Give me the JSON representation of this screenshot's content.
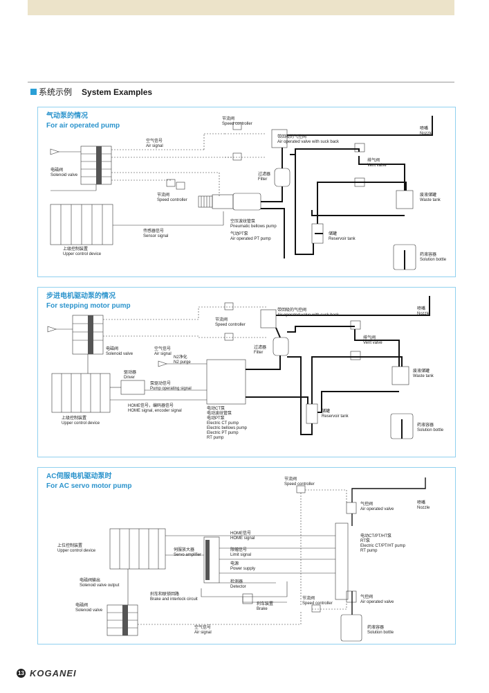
{
  "section": {
    "zh": "系统示例",
    "en": "System Examples"
  },
  "footer": {
    "page": "13",
    "logo": "KOGANEI"
  },
  "panel1": {
    "title_zh": "气动泵的情况",
    "title_en": "For air operated pump",
    "air_signal": [
      "空气信号",
      "Air signal"
    ],
    "speed_ctrl_top": [
      "节流阀",
      "Speed controller"
    ],
    "suckback": [
      "带回吸的气控阀",
      "Air operated valve with suck back"
    ],
    "nozzle": [
      "喷嘴",
      "Nozzle"
    ],
    "vent": [
      "排气阀",
      "Vent valve"
    ],
    "filter": [
      "过滤器",
      "Filter"
    ],
    "solenoid": [
      "电磁阀",
      "Solenoid valve"
    ],
    "speed_ctrl_mid": [
      "节流阀",
      "Speed controller"
    ],
    "waste": [
      "废液储罐",
      "Waste tank"
    ],
    "bellows": [
      "空压波纹管泵",
      "Pneumatic bellows pump"
    ],
    "sensor": [
      "传感器信号",
      "Sensor signal"
    ],
    "pt_pump": [
      "气动PT泵",
      "Air operated PT pump"
    ],
    "reservoir": [
      "储罐",
      "Reservoir tank"
    ],
    "upper": [
      "上级控制装置",
      "Upper control device"
    ],
    "solution": [
      "药液容器",
      "Solution bottle"
    ]
  },
  "panel2": {
    "title_zh": "步进电机驱动泵的情况",
    "title_en": "For stepping motor pump",
    "suckback": [
      "带回吸的气控阀",
      "Air operated valve with suck back"
    ],
    "nozzle": [
      "喷嘴",
      "Nozzle"
    ],
    "speed_ctrl": [
      "节流阀",
      "Speed controller"
    ],
    "vent": [
      "排气阀",
      "Vent valve"
    ],
    "solenoid": [
      "电磁阀",
      "Solenoid valve"
    ],
    "air_signal": [
      "空气信号",
      "Air signal"
    ],
    "filter": [
      "过滤器",
      "Filter"
    ],
    "n2": [
      "N2净化",
      "N2 purge"
    ],
    "waste": [
      "废液储罐",
      "Waste tank"
    ],
    "driver": [
      "驱动器",
      "Driver"
    ],
    "pump_sig": [
      "泵驱动信号",
      "Pump operating signal"
    ],
    "home": [
      "HOME信号，编码器信号",
      "HOME signal, encoder signal"
    ],
    "reservoir": [
      "储罐",
      "Reservoir tank"
    ],
    "upper": [
      "上级控制装置",
      "Upper control device"
    ],
    "pumps": [
      "电动CT泵",
      "电动波纹管泵",
      "电动PT泵",
      "Electric CT pump",
      "Electric bellows pump",
      "Electric PT pump",
      "RT pump"
    ],
    "solution": [
      "药液容器",
      "Solution bottle"
    ]
  },
  "panel3": {
    "title_zh": "AC伺服电机驱动泵时",
    "title_en": "For AC servo motor pump",
    "speed_ctrl_top": [
      "节流阀",
      "Speed controller"
    ],
    "air_valve_top": [
      "气控阀",
      "Air operated valve"
    ],
    "nozzle": [
      "喷嘴",
      "Nozzle"
    ],
    "home": [
      "HOME信号",
      "HOME signal"
    ],
    "pump": [
      "电动CT/PT/HT泵",
      "RT泵",
      "Electric CT/PT/HT pump",
      "RT pump"
    ],
    "upper": [
      "上位控制装置",
      "Upper control device"
    ],
    "servo": [
      "伺服放大器",
      "Servo amplifier"
    ],
    "limit": [
      "限幅信号",
      "Limit signal"
    ],
    "power": [
      "电源",
      "Power supply"
    ],
    "sol_out": [
      "电磁阀输出",
      "Solenoid valve output"
    ],
    "detector": [
      "检测器",
      "Detector"
    ],
    "brake_circuit": [
      "刹车和联锁回路",
      "Brake and interlock circuit"
    ],
    "brake": [
      "刹车装置",
      "Brake"
    ],
    "speed_ctrl_bot": [
      "节流阀",
      "Speed controller"
    ],
    "air_valve_bot": [
      "气控阀",
      "Air operated valve"
    ],
    "solenoid": [
      "电磁阀",
      "Solenoid valve"
    ],
    "air_signal": [
      "空气信号",
      "Air signal"
    ],
    "solution": [
      "药液容器",
      "Solution bottle"
    ]
  }
}
